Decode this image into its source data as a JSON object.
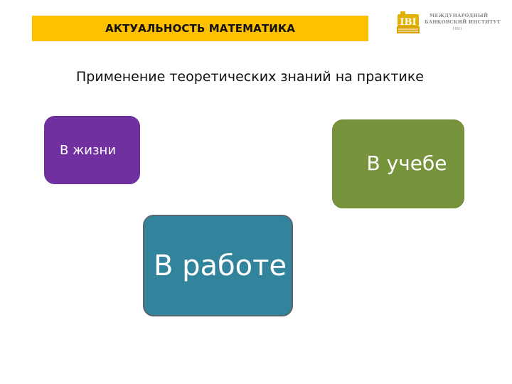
{
  "slide": {
    "title": "АКТУАЛЬНОСТЬ МАТЕМАТИКА",
    "subtitle": "Применение теоретических знаний на практике"
  },
  "logo": {
    "mark": "IBI",
    "line1": "МЕЖДУНАРОДНЫЙ",
    "line2": "БАНКОВСКИЙ ИНСТИТУТ",
    "year": "1991"
  },
  "cards": {
    "life": "В жизни",
    "study": "В учебе",
    "work": "В работе"
  },
  "colors": {
    "title_bar": "#ffc000",
    "life": "#7030a0",
    "study": "#77933c",
    "work": "#31849b",
    "logo_gold": "#d9a400"
  }
}
